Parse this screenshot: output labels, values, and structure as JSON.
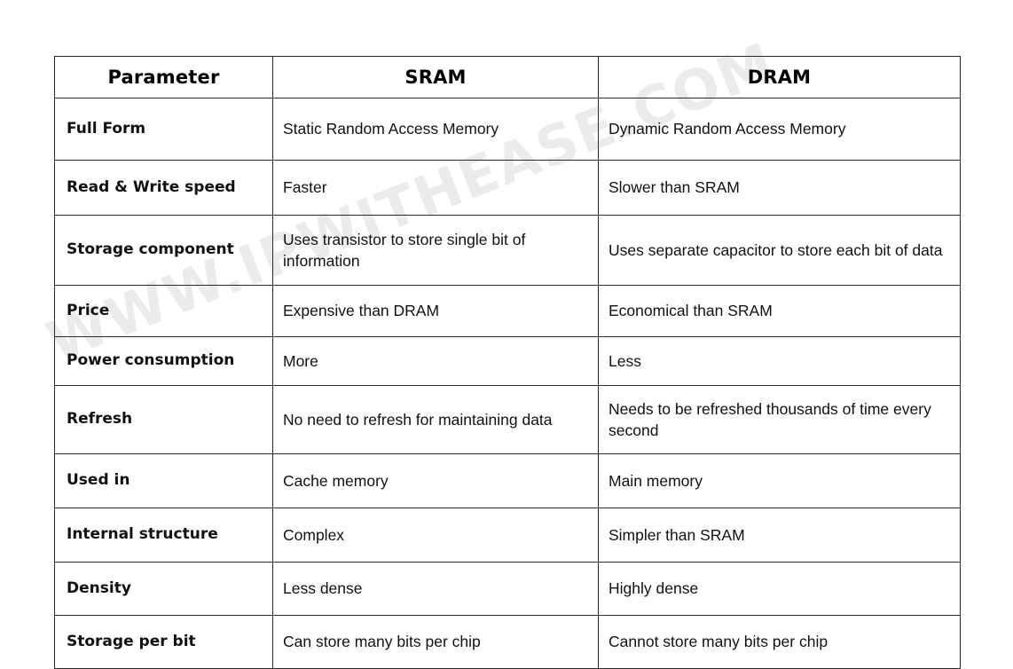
{
  "watermark": {
    "text": "WWW.IPWITHEASE.COM",
    "color": "#ebebeb"
  },
  "table": {
    "header_background": "#11ade9",
    "border_color": "#2b2b2b",
    "columns": [
      "Parameter",
      "SRAM",
      "DRAM"
    ],
    "rows": [
      {
        "parameter": "Full Form",
        "sram": "Static Random Access Memory",
        "dram": "Dynamic Random Access Memory"
      },
      {
        "parameter": "Read & Write speed",
        "sram": "Faster",
        "dram": "Slower than SRAM"
      },
      {
        "parameter": "Storage component",
        "sram": "Uses transistor to store single bit of information",
        "dram": "Uses separate capacitor to store each bit of data"
      },
      {
        "parameter": "Price",
        "sram": "Expensive than DRAM",
        "dram": "Economical than SRAM"
      },
      {
        "parameter": "Power consumption",
        "sram": "More",
        "dram": "Less"
      },
      {
        "parameter": "Refresh",
        "sram": "No need to refresh for maintaining data",
        "dram": "Needs to be refreshed thousands of time every second"
      },
      {
        "parameter": "Used in",
        "sram": "Cache memory",
        "dram": "Main memory"
      },
      {
        "parameter": "Internal structure",
        "sram": "Complex",
        "dram": "Simpler than SRAM"
      },
      {
        "parameter": "Density",
        "sram": "Less dense",
        "dram": "Highly dense"
      },
      {
        "parameter": "Storage per bit",
        "sram": "Can store many bits per chip",
        "dram": "Cannot store many bits per chip"
      }
    ]
  }
}
